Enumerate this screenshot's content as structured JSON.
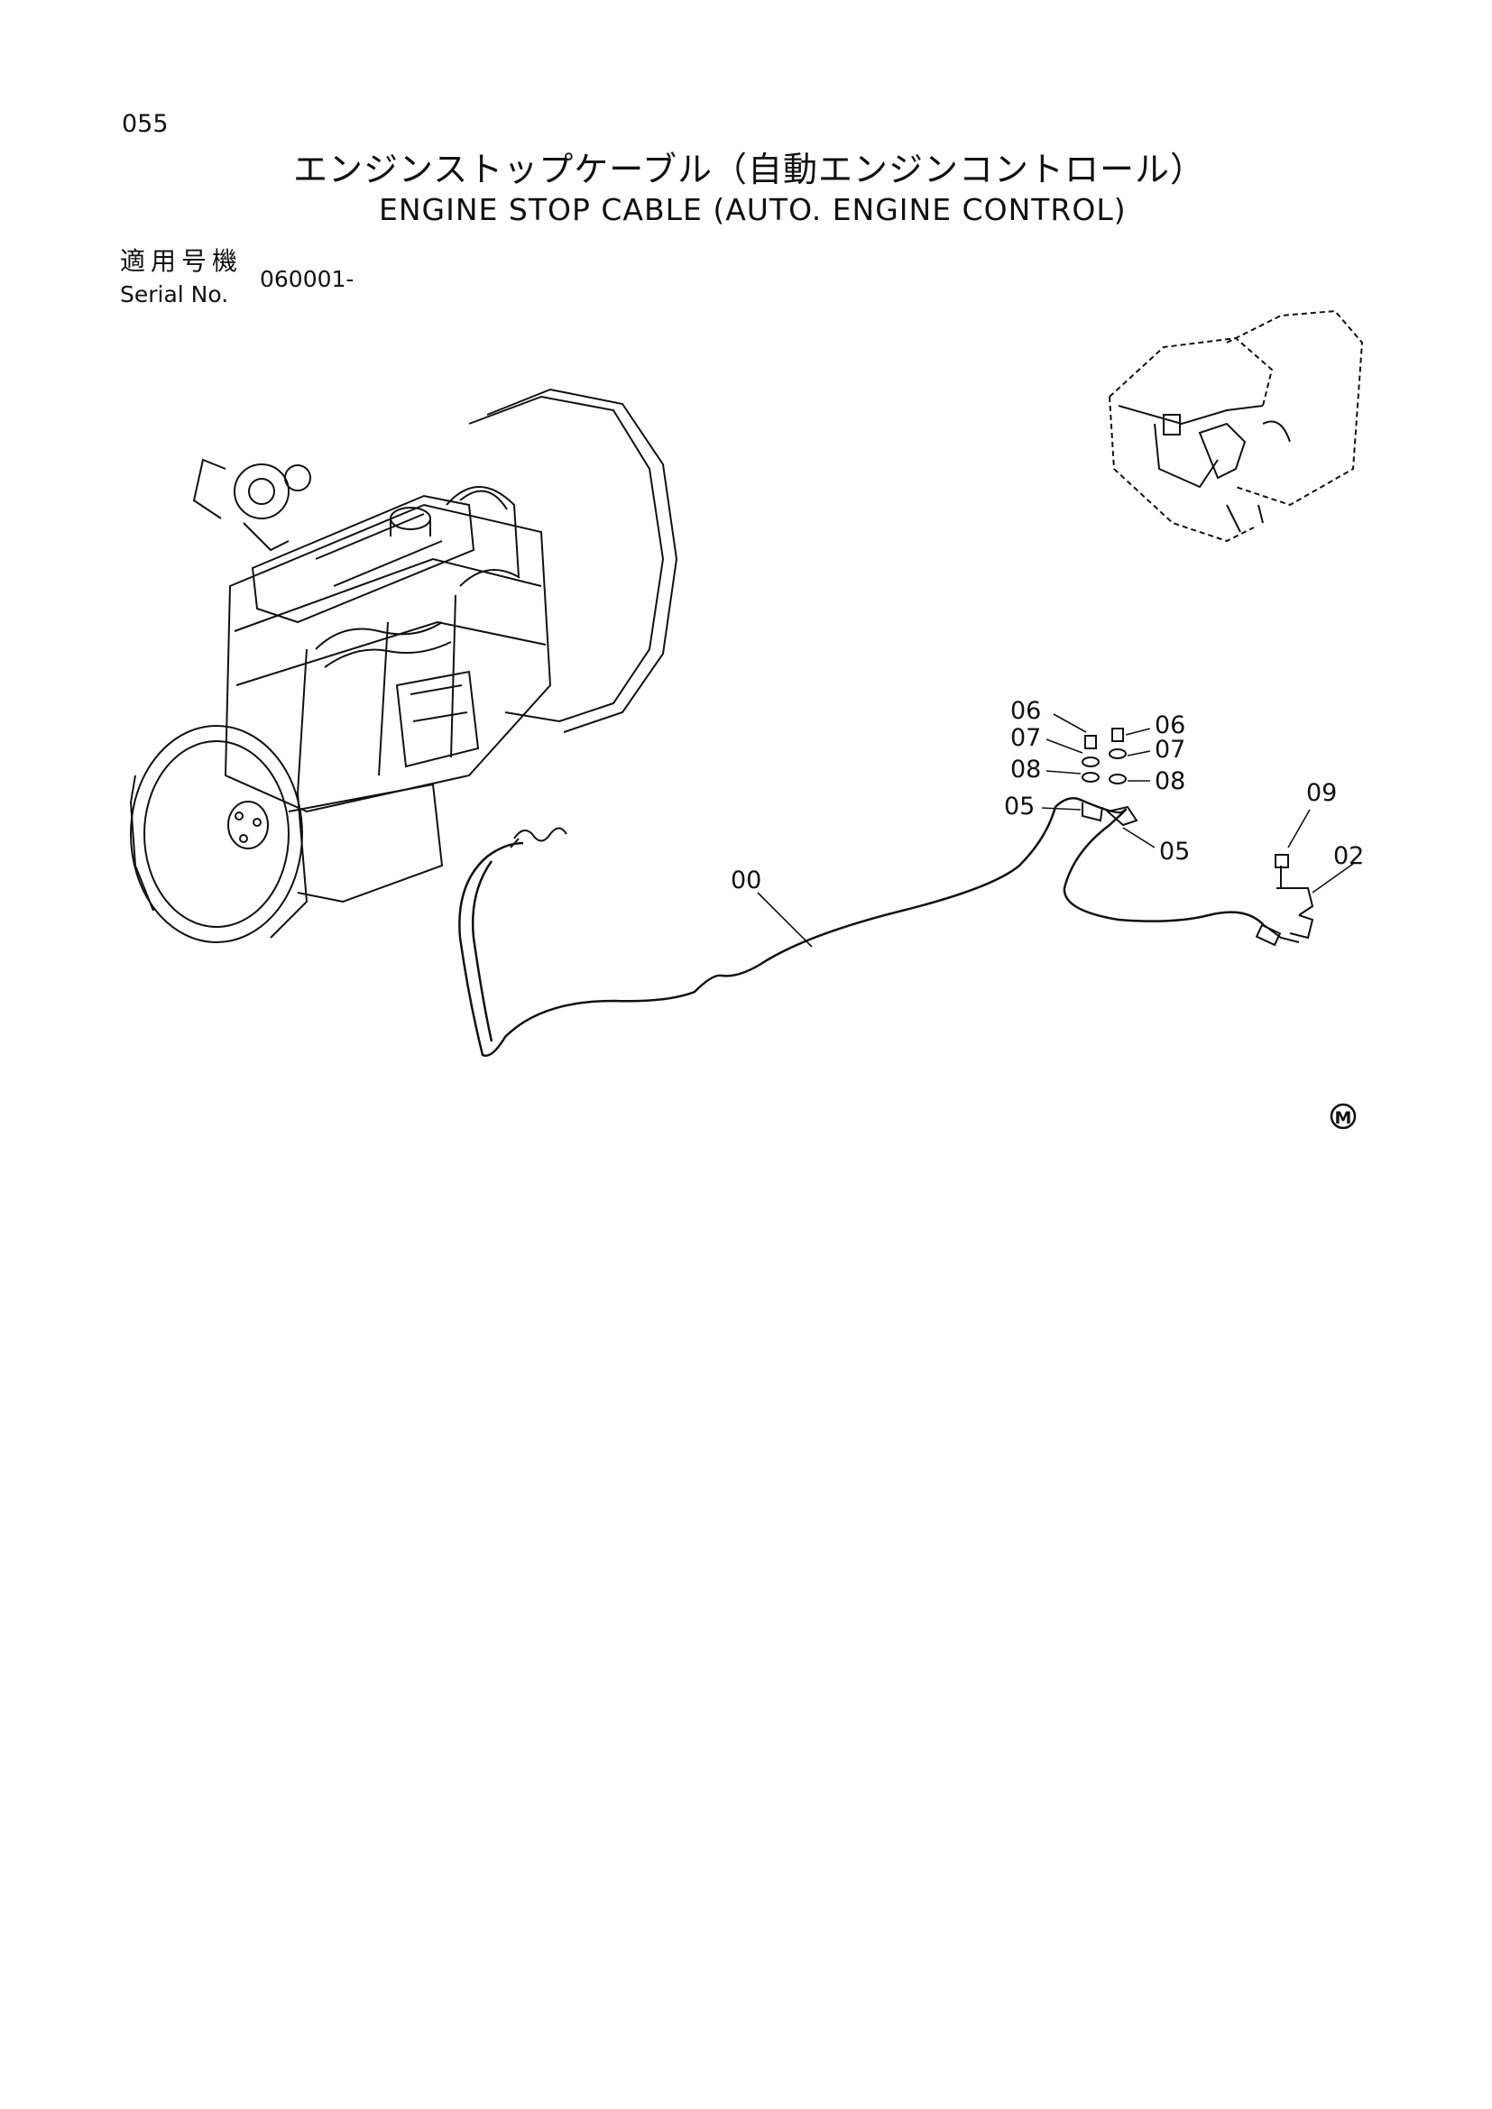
{
  "header": {
    "page_number": "055",
    "title_ja": "エンジンストップケーブル（自動エンジンコントロール）",
    "title_en": "ENGINE STOP CABLE (AUTO. ENGINE CONTROL)",
    "serial_label_ja": "適用号機",
    "serial_label_en": "Serial No.",
    "serial_value": "060001-"
  },
  "callouts": {
    "c06a": "06",
    "c07a": "07",
    "c08a": "08",
    "c05a": "05",
    "c06b": "06",
    "c07b": "07",
    "c08b": "08",
    "c05b": "05",
    "c00": "00",
    "c09": "09",
    "c02": "02"
  },
  "footer": {
    "mark": "M"
  }
}
